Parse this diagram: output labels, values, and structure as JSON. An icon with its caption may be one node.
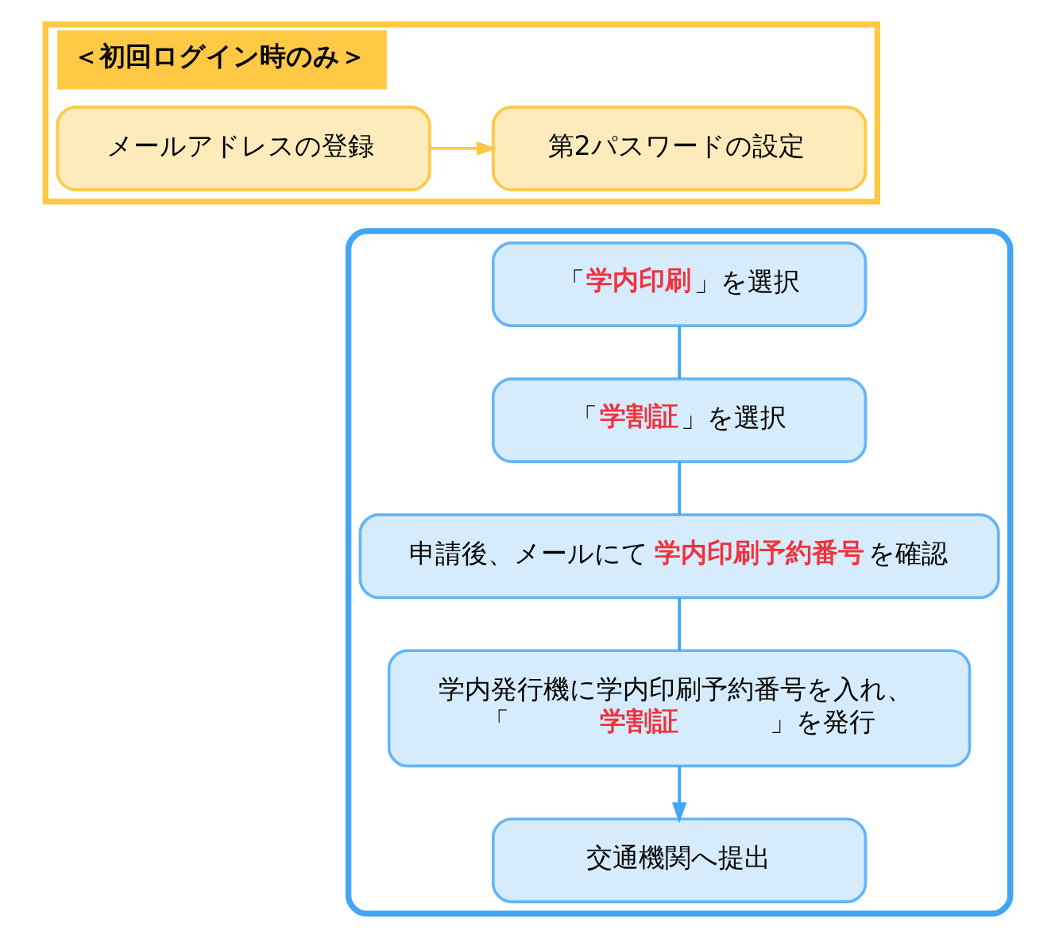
{
  "diagram": {
    "nodes": [
      {
        "text": [
          "＜初回ログイン時のみ＞"
        ]
      },
      {
        "text": [
          "メールアドレスの登録"
        ],
        "in": 0
      },
      {
        "text": [
          "第2パスワードの設定"
        ],
        "in": 0
      },
      {
        "text": [],
        "shape": "box"
      },
      {
        "text": [
          "「**学内印刷**」を選択"
        ],
        "in": 3
      },
      {
        "text": [
          "「**学割証**」を選択"
        ],
        "in": 3
      },
      {
        "text": [
          "申請後、メールにて**学内印刷予約番号**を確認"
        ],
        "in": 3
      },
      {
        "text": [
          "学内発行機に学内印刷予約番号を入れ、「**学割証**」を発行"
        ],
        "in": 3
      },
      {
        "text": [
          "交通機関へ提出"
        ],
        "in": 3
      }
    ],
    "edges": [
      {
        "from": 1,
        "to": 2,
        "arrow": "to",
        "color": "#ffc845"
      },
      {
        "from": 4,
        "to": 5,
        "arrow": "none"
      },
      {
        "from": 5,
        "to": 6,
        "arrow": "none"
      },
      {
        "from": 6,
        "to": 7,
        "arrow": "none"
      },
      {
        "from": 7,
        "to": 8,
        "arrow": "to"
      }
    ]
  }
}
